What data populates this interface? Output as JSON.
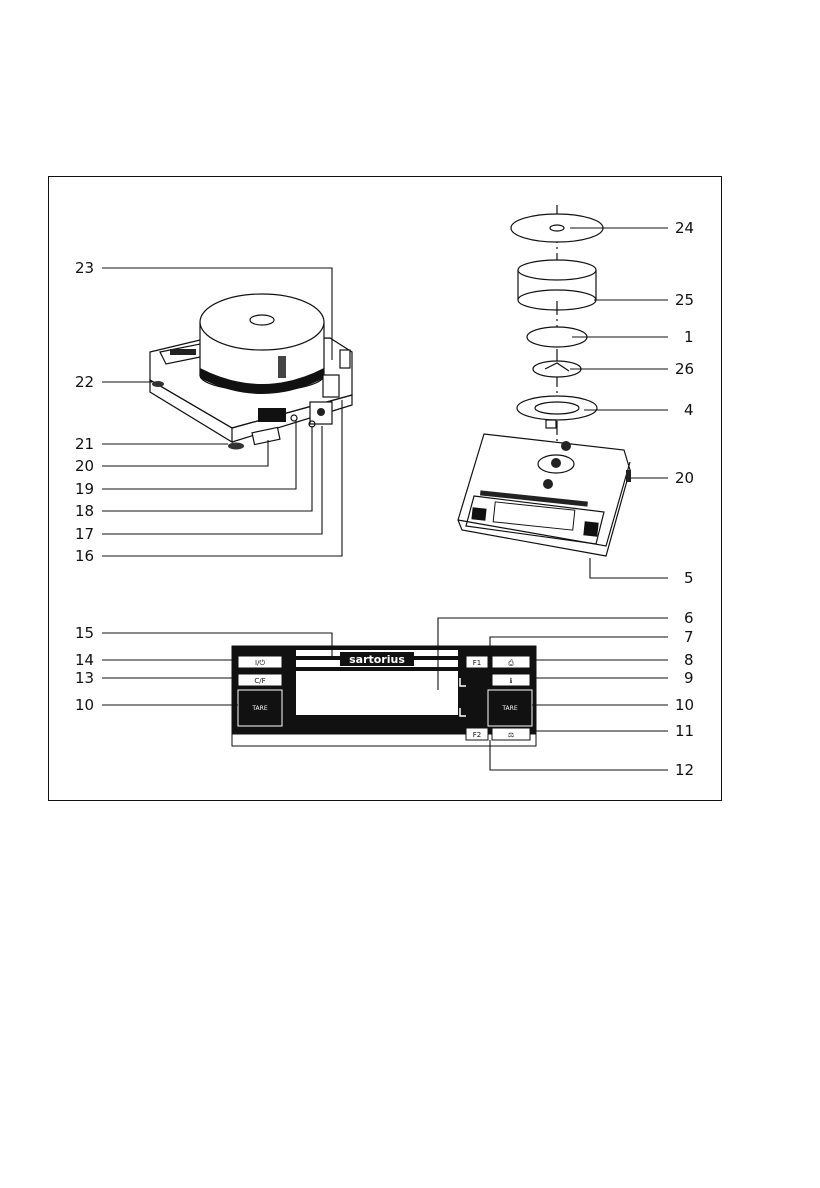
{
  "figure": {
    "brand": "sartorius",
    "left_callouts": [
      "23",
      "22",
      "21",
      "20",
      "19",
      "18",
      "17",
      "16"
    ],
    "right_callouts": [
      "24",
      "25",
      "1",
      "26",
      "4",
      "20",
      "5"
    ],
    "panel_left_callouts": [
      "15",
      "14",
      "13",
      "10"
    ],
    "panel_right_callouts": [
      "6",
      "7",
      "8",
      "9",
      "10",
      "11",
      "12"
    ],
    "keys": {
      "power": "I/⏻",
      "clear": "C/F",
      "tare_left": "TARE",
      "tare_right": "TARE",
      "f1": "F1",
      "f2": "F2",
      "print": "⎙",
      "info": "ℹ",
      "cal": "⚖"
    }
  }
}
